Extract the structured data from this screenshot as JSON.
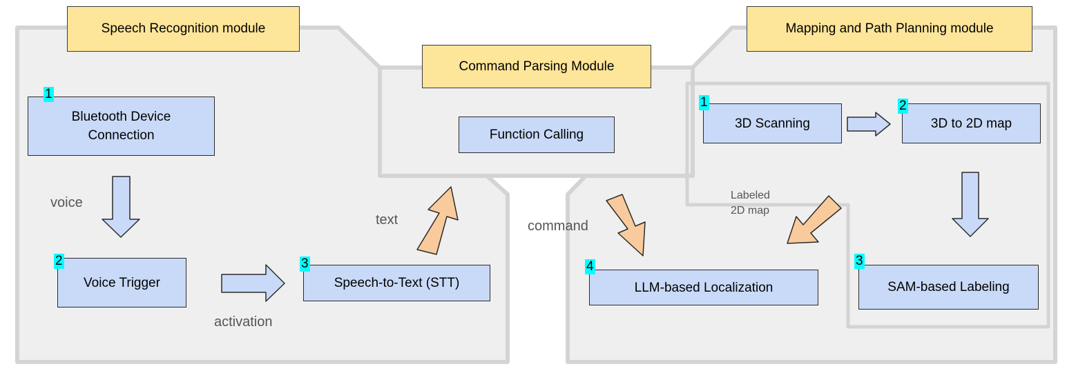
{
  "modules": {
    "speech": {
      "title": "Speech Recognition module",
      "steps": [
        {
          "num": "1",
          "label": "Bluetooth Device Connection"
        },
        {
          "num": "2",
          "label": "Voice Trigger"
        },
        {
          "num": "3",
          "label": "Speech-to-Text (STT)"
        }
      ]
    },
    "parsing": {
      "title": "Command Parsing Module",
      "steps": [
        {
          "label": "Function Calling"
        }
      ]
    },
    "mapping": {
      "title": "Mapping and Path Planning module",
      "steps": [
        {
          "num": "1",
          "label": "3D Scanning"
        },
        {
          "num": "2",
          "label": "3D to 2D map"
        },
        {
          "num": "3",
          "label": "SAM-based Labeling"
        },
        {
          "num": "4",
          "label": "LLM-based Localization"
        }
      ]
    }
  },
  "edge_labels": {
    "voice": "voice",
    "activation": "activation",
    "text": "text",
    "command": "command",
    "labeled_map_1": "Labeled",
    "labeled_map_2": "2D map"
  },
  "colors": {
    "module_title_fill": "#fde59a",
    "step_fill": "#c9daf8",
    "badge_fill": "#00ffff",
    "panel_fill": "#efefef",
    "panel_stroke": "#d4d4d4",
    "arrow_blue": "#c9daf8",
    "arrow_orange": "#f9cb9c"
  }
}
